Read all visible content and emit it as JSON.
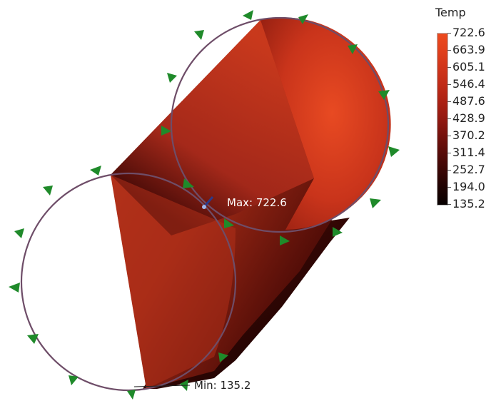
{
  "legend": {
    "title": "Temp",
    "values": [
      "722.6",
      "663.9",
      "605.1",
      "546.4",
      "487.6",
      "428.9",
      "370.2",
      "311.4",
      "252.7",
      "194.0",
      "135.2"
    ],
    "gradient": [
      "#ec4a1e",
      "#e1401c",
      "#d0351a",
      "#c02b17",
      "#ab2113",
      "#921911",
      "#74110c",
      "#560b08",
      "#3a0604",
      "#1e0201",
      "#070000"
    ]
  },
  "annotations": {
    "max_label": "Max: 722.6",
    "min_label": "Min: 135.2"
  },
  "colors": {
    "support_marker": "#1f8a2a",
    "boundary_circle": "#6e4d68"
  }
}
